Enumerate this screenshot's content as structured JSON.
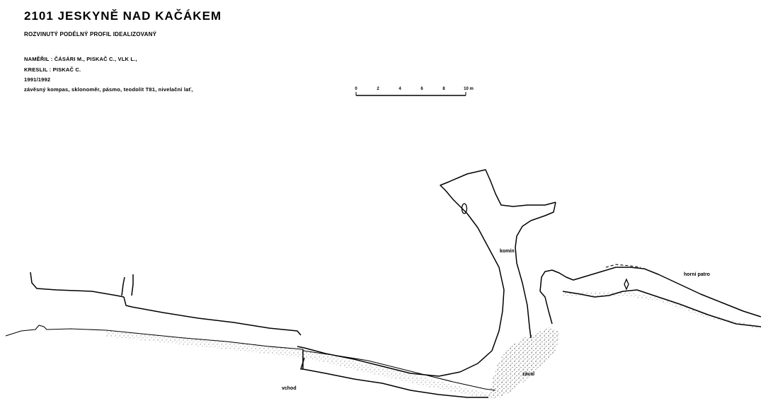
{
  "header": {
    "title": "2101 JESKYNĚ NAD KAČÁKEM",
    "subtitle": "ROZVINUTÝ PODÉLNÝ PROFIL IDEALIZOVANÝ",
    "surveyed_by": "NAMĚŘIL :  ČÁSÁRI M., PISKAČ C., VLK L.,",
    "drawn_by": "KRESLIL :  PISKAČ C.",
    "years": "1991/1992",
    "instruments": "závěsný kompas, sklonoměr, pásmo, teodolit T81, nivelační lať,"
  },
  "scale_bar": {
    "ticks": [
      "0",
      "2",
      "4",
      "6",
      "8",
      "10 m"
    ]
  },
  "labels": {
    "komin": "komín",
    "horni_patro": "horní patro",
    "zaval": "zával",
    "vchod": "vchod"
  },
  "colors": {
    "ink": "#000000",
    "paper": "#ffffff"
  }
}
